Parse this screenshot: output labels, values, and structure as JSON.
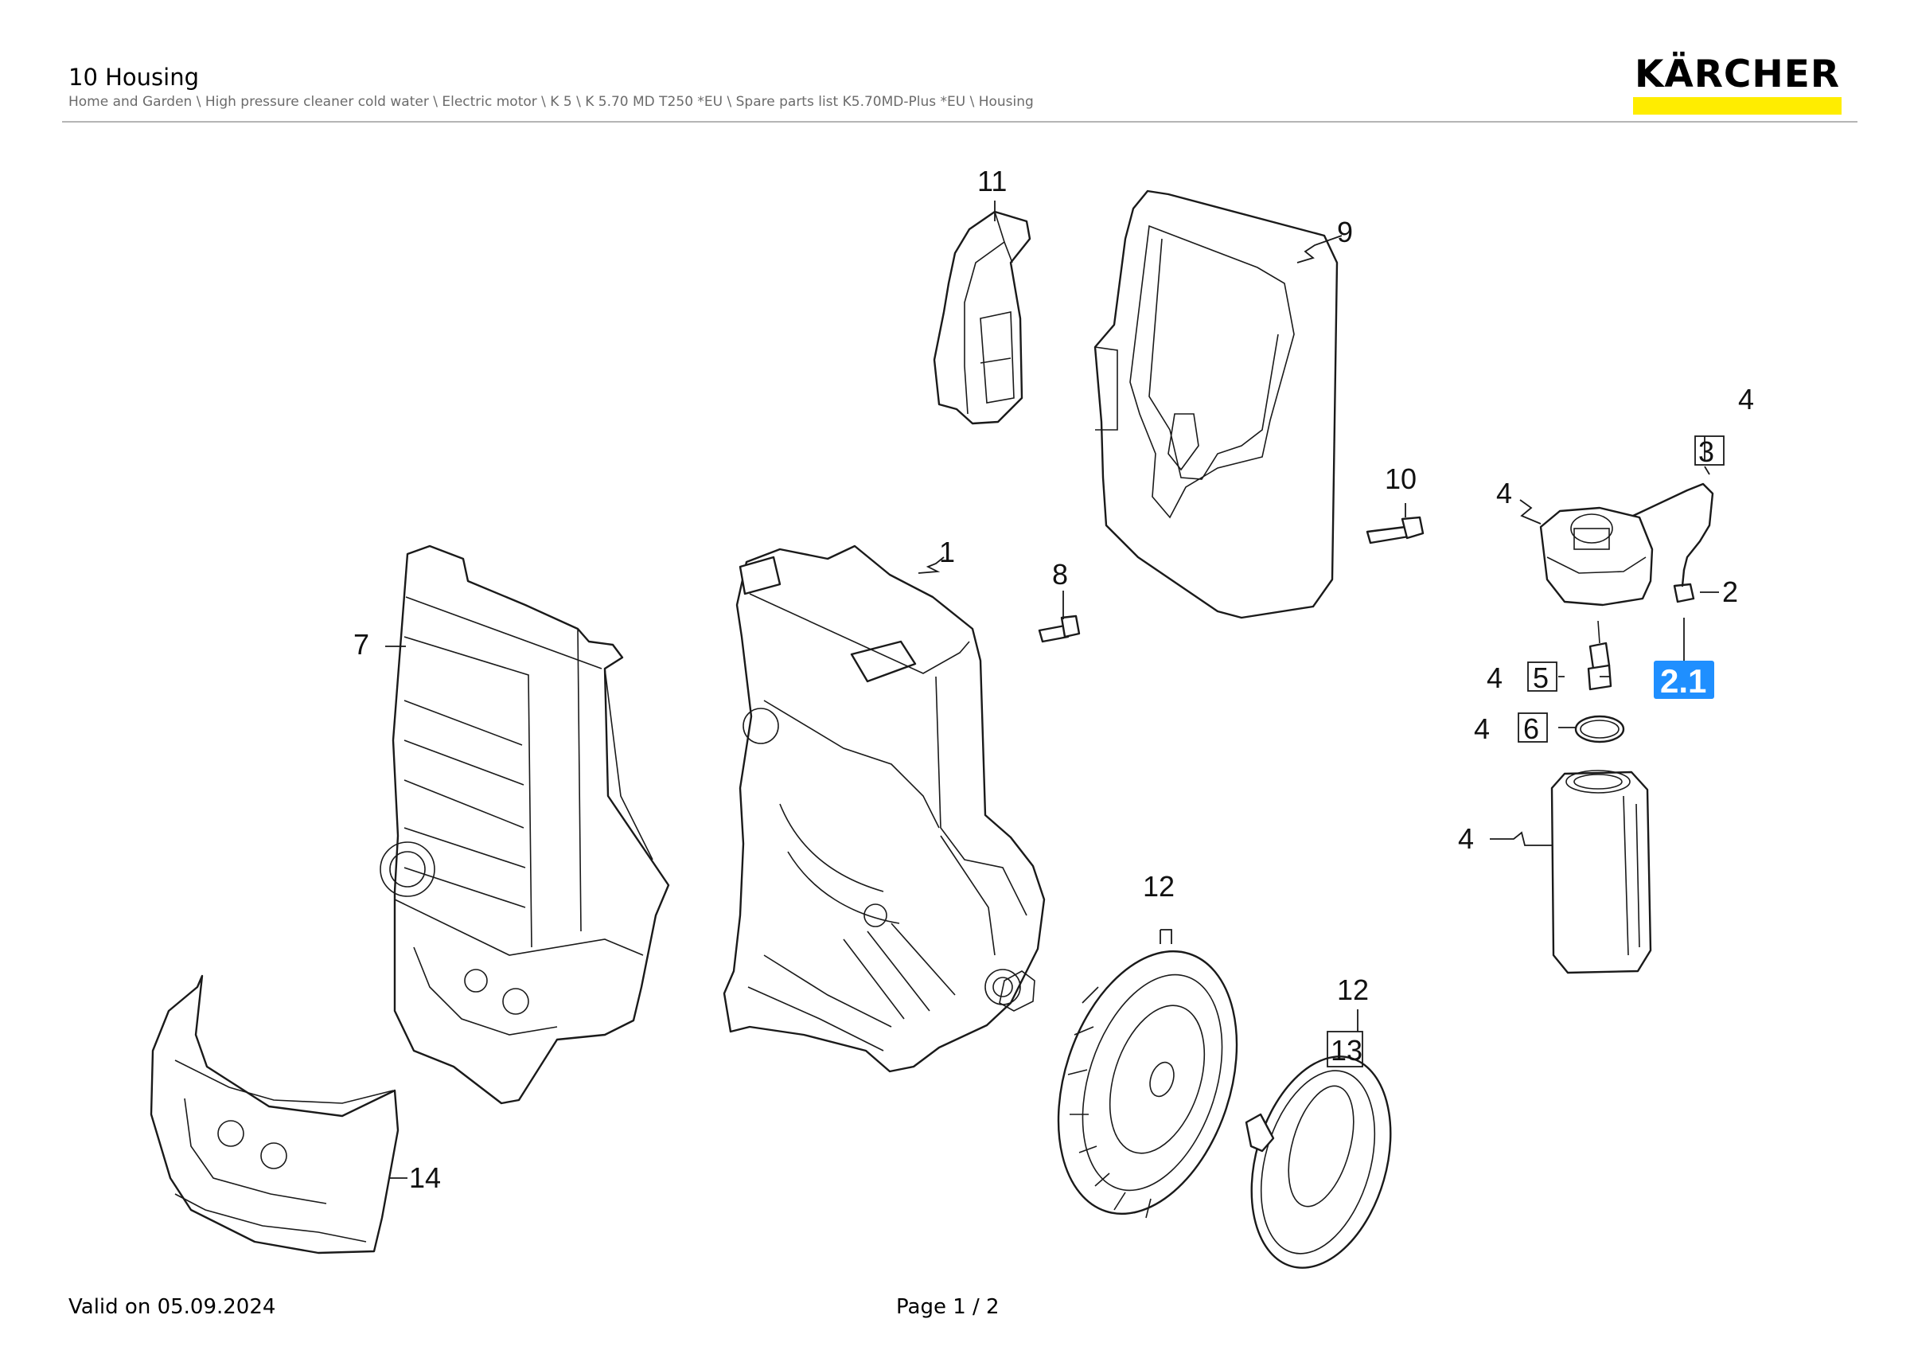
{
  "header": {
    "title": "10 Housing",
    "breadcrumb": "Home and Garden \\ High pressure cleaner cold water \\ Electric motor \\ K 5 \\ K 5.70 MD T250 *EU \\ Spare parts list K5.70MD-Plus *EU \\ Housing"
  },
  "brand": {
    "logo_text": "KÄRCHER",
    "accent_color": "#ffed00"
  },
  "diagram": {
    "callouts": {
      "c11": "11",
      "c9": "9",
      "c10": "10",
      "c1": "1",
      "c8": "8",
      "c7": "7",
      "c14": "14",
      "c12a": "12",
      "c12b": "12",
      "c13": "13",
      "c4a": "4",
      "c3": "3",
      "c4b": "4",
      "c2": "2",
      "c21": "2.1",
      "c4c": "4",
      "c5": "5",
      "c4d": "4",
      "c6": "6",
      "c4e": "4"
    },
    "highlight_color": "#1f8fff"
  },
  "footer": {
    "valid": "Valid on 05.09.2024",
    "page": "Page 1 / 2"
  }
}
